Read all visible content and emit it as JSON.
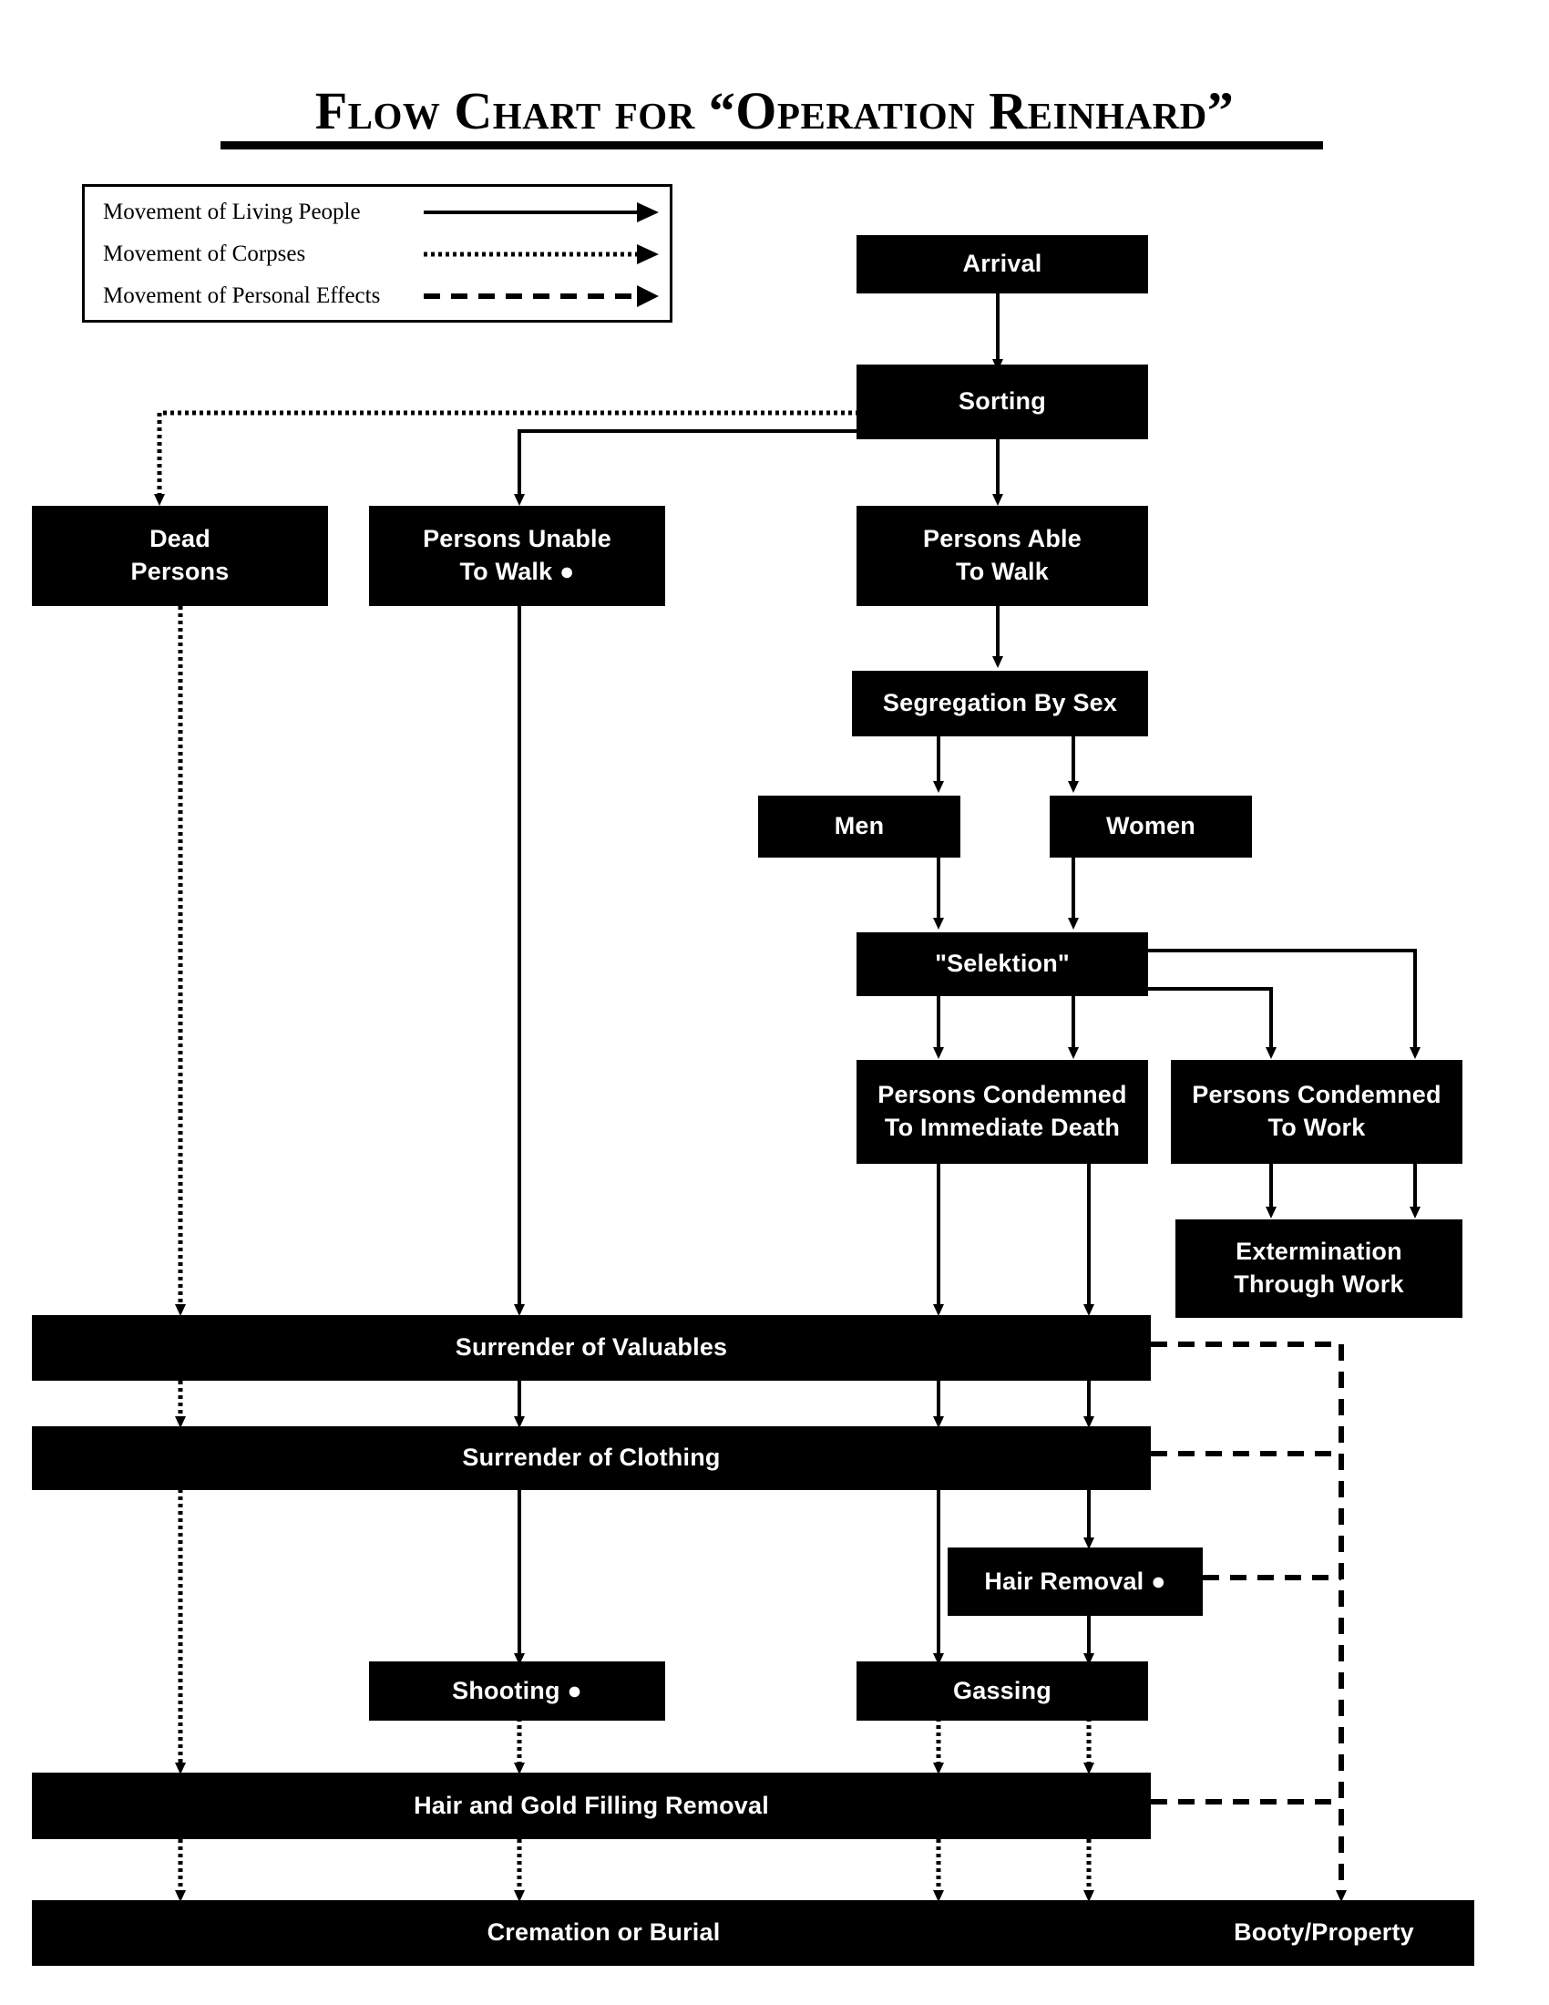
{
  "title": "Flow Chart for “Operation Reinhard”",
  "legend": {
    "items": [
      {
        "label": "Movement of Living People",
        "style": "solid",
        "icon": "solid-arrow-icon"
      },
      {
        "label": "Movement of Corpses",
        "style": "dotted",
        "icon": "dotted-arrow-icon"
      },
      {
        "label": "Movement of Personal Effects",
        "style": "dashed",
        "icon": "dashed-arrow-icon"
      }
    ]
  },
  "colors": {
    "node_fill": "#000000",
    "node_text": "#ffffff",
    "background": "#ffffff",
    "line": "#000000"
  },
  "chart_data": {
    "type": "diagram",
    "diagram_kind": "flowchart",
    "title": "Flow Chart for “Operation Reinhard”",
    "legend": [
      "Movement of Living People",
      "Movement of Corpses",
      "Movement of Personal Effects"
    ],
    "nodes": [
      {
        "id": "arrival",
        "label": "Arrival",
        "lines": [
          "Arrival"
        ]
      },
      {
        "id": "sorting",
        "label": "Sorting",
        "lines": [
          "Sorting"
        ]
      },
      {
        "id": "dead",
        "label": "Dead Persons",
        "lines": [
          "Dead",
          "Persons"
        ]
      },
      {
        "id": "unable",
        "label": "Persons Unable To Walk ●",
        "lines": [
          "Persons Unable",
          "To Walk ●"
        ]
      },
      {
        "id": "able",
        "label": "Persons Able To Walk",
        "lines": [
          "Persons Able",
          "To Walk"
        ]
      },
      {
        "id": "segregation",
        "label": "Segregation By Sex",
        "lines": [
          "Segregation By Sex"
        ]
      },
      {
        "id": "men",
        "label": "Men",
        "lines": [
          "Men"
        ]
      },
      {
        "id": "women",
        "label": "Women",
        "lines": [
          "Women"
        ]
      },
      {
        "id": "selektion",
        "label": "\"Selektion\"",
        "lines": [
          "\"Selektion\""
        ]
      },
      {
        "id": "immediate",
        "label": "Persons Condemned To Immediate Death",
        "lines": [
          "Persons Condemned",
          "To Immediate Death"
        ]
      },
      {
        "id": "work",
        "label": "Persons Condemned To Work",
        "lines": [
          "Persons Condemned",
          "To Work"
        ]
      },
      {
        "id": "extermination",
        "label": "Extermination Through Work",
        "lines": [
          "Extermination",
          "Through Work"
        ]
      },
      {
        "id": "valuables",
        "label": "Surrender of Valuables",
        "lines": [
          "Surrender of Valuables"
        ]
      },
      {
        "id": "clothing",
        "label": "Surrender of Clothing",
        "lines": [
          "Surrender of Clothing"
        ]
      },
      {
        "id": "hairremoval",
        "label": "Hair Removal ●",
        "lines": [
          "Hair Removal ●"
        ]
      },
      {
        "id": "shooting",
        "label": "Shooting ●",
        "lines": [
          "Shooting ●"
        ]
      },
      {
        "id": "gassing",
        "label": "Gassing",
        "lines": [
          "Gassing"
        ]
      },
      {
        "id": "hairgold",
        "label": "Hair and Gold Filling Removal",
        "lines": [
          "Hair and Gold Filling Removal"
        ]
      },
      {
        "id": "cremation",
        "label": "Cremation or Burial",
        "lines": [
          "Cremation or Burial"
        ]
      },
      {
        "id": "booty",
        "label": "Booty/Property",
        "lines": [
          "Booty/Property"
        ]
      }
    ],
    "edges": [
      {
        "from": "arrival",
        "to": "sorting",
        "style": "solid"
      },
      {
        "from": "sorting",
        "to": "dead",
        "style": "dotted"
      },
      {
        "from": "sorting",
        "to": "unable",
        "style": "solid"
      },
      {
        "from": "sorting",
        "to": "able",
        "style": "solid"
      },
      {
        "from": "able",
        "to": "segregation",
        "style": "solid"
      },
      {
        "from": "segregation",
        "to": "men",
        "style": "solid"
      },
      {
        "from": "segregation",
        "to": "women",
        "style": "solid"
      },
      {
        "from": "men",
        "to": "selektion",
        "style": "solid"
      },
      {
        "from": "women",
        "to": "selektion",
        "style": "solid"
      },
      {
        "from": "selektion",
        "to": "immediate",
        "style": "solid"
      },
      {
        "from": "selektion",
        "to": "work",
        "style": "solid"
      },
      {
        "from": "work",
        "to": "extermination",
        "style": "solid"
      },
      {
        "from": "dead",
        "to": "valuables",
        "style": "dotted"
      },
      {
        "from": "unable",
        "to": "valuables",
        "style": "solid"
      },
      {
        "from": "immediate",
        "to": "valuables",
        "style": "solid"
      },
      {
        "from": "valuables",
        "to": "clothing",
        "style": "solid"
      },
      {
        "from": "clothing",
        "to": "hairremoval",
        "style": "solid"
      },
      {
        "from": "clothing",
        "to": "shooting",
        "style": "solid"
      },
      {
        "from": "clothing",
        "to": "gassing",
        "style": "solid"
      },
      {
        "from": "hairremoval",
        "to": "gassing",
        "style": "solid"
      },
      {
        "from": "shooting",
        "to": "hairgold",
        "style": "dotted"
      },
      {
        "from": "gassing",
        "to": "hairgold",
        "style": "dotted"
      },
      {
        "from": "dead",
        "to": "hairgold",
        "style": "dotted"
      },
      {
        "from": "hairgold",
        "to": "cremation",
        "style": "dotted"
      },
      {
        "from": "valuables",
        "to": "booty",
        "style": "dashed"
      },
      {
        "from": "clothing",
        "to": "booty",
        "style": "dashed"
      },
      {
        "from": "hairremoval",
        "to": "booty",
        "style": "dashed"
      },
      {
        "from": "hairgold",
        "to": "booty",
        "style": "dashed"
      }
    ]
  },
  "nodes": {
    "arrival": {
      "line1": "Arrival",
      "line2": ""
    },
    "sorting": {
      "line1": "Sorting",
      "line2": ""
    },
    "dead": {
      "line1": "Dead",
      "line2": "Persons"
    },
    "unable": {
      "line1": "Persons Unable",
      "line2": "To Walk ●"
    },
    "able": {
      "line1": "Persons Able",
      "line2": "To Walk"
    },
    "segregation": {
      "line1": "Segregation By Sex",
      "line2": ""
    },
    "men": {
      "line1": "Men",
      "line2": ""
    },
    "women": {
      "line1": "Women",
      "line2": ""
    },
    "selektion": {
      "line1": "\"Selektion\"",
      "line2": ""
    },
    "immediate": {
      "line1": "Persons Condemned",
      "line2": "To Immediate Death"
    },
    "work": {
      "line1": "Persons Condemned",
      "line2": "To Work"
    },
    "extermination": {
      "line1": "Extermination",
      "line2": "Through Work"
    },
    "valuables": {
      "line1": "Surrender of Valuables",
      "line2": ""
    },
    "clothing": {
      "line1": "Surrender of Clothing",
      "line2": ""
    },
    "hairremoval": {
      "line1": "Hair Removal ●",
      "line2": ""
    },
    "shooting": {
      "line1": "Shooting ●",
      "line2": ""
    },
    "gassing": {
      "line1": "Gassing",
      "line2": ""
    },
    "hairgold": {
      "line1": "Hair and Gold Filling Removal",
      "line2": ""
    },
    "cremation": {
      "line1": "Cremation or Burial",
      "line2": ""
    },
    "booty": {
      "line1": "Booty/Property",
      "line2": ""
    }
  }
}
